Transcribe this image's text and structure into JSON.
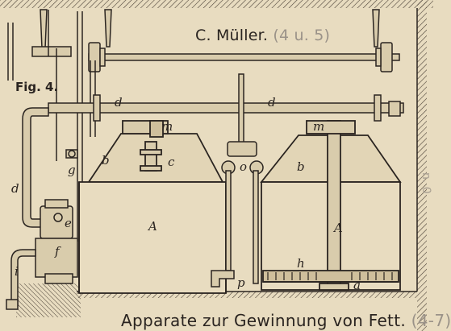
{
  "plate": {
    "author": "C. Müller.",
    "author_ref": "(4 u. 5)",
    "figure_label": "Fig. 4.",
    "caption": "Apparate zur Gewinnung von Fett.",
    "caption_ref": "(4-7)",
    "margin_mark": "n. 0"
  },
  "labels": {
    "d_left": "d",
    "d_shaft_left": "d",
    "d_shaft_right": "d",
    "m_left": "m",
    "m_right": "m",
    "b_left": "b",
    "c": "c",
    "b_right": "b",
    "g": "g",
    "o": "o",
    "A_left": "A",
    "A_right": "A",
    "e": "e",
    "f": "f",
    "i": "i",
    "h": "h",
    "a": "a",
    "p": "p"
  },
  "colors": {
    "paper": "#e8dcc0",
    "ink": "#2a2420",
    "faded_ink": "#9a9288"
  }
}
